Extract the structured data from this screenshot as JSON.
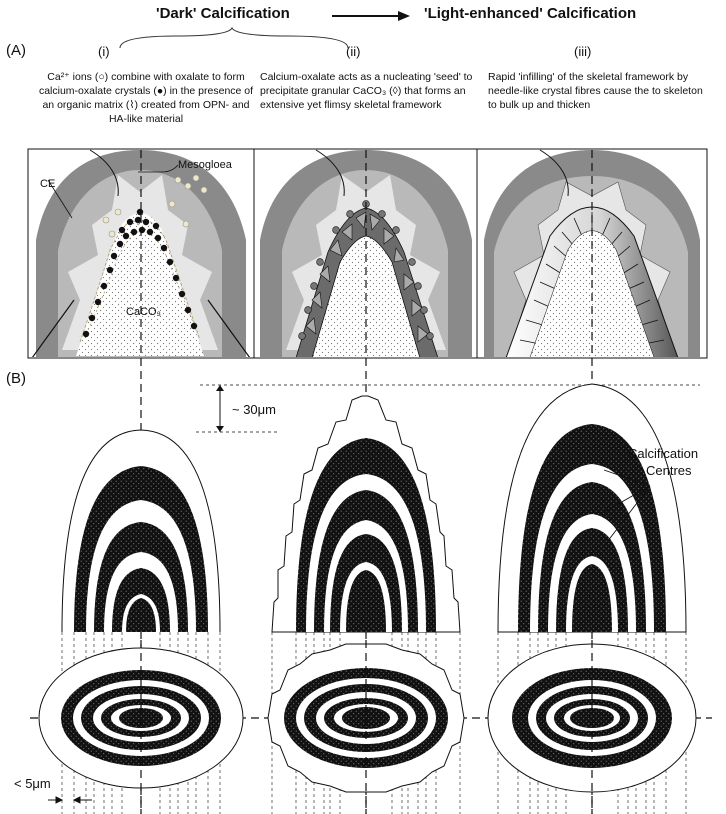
{
  "header": {
    "dark_title": "'Dark' Calcification",
    "light_title": "'Light-enhanced' Calcification"
  },
  "panels": {
    "A": "(A)",
    "B": "(B)"
  },
  "stages": [
    {
      "numeral": "(i)",
      "text": "Ca²⁺ ions (○) combine with oxalate to form calcium-oxalate crystals (●) in the presence of an organic matrix (⌇) created from OPN- and HA-like material"
    },
    {
      "numeral": "(ii)",
      "text": "Calcium-oxalate acts as a nucleating 'seed' to precipitate granular CaCO₃ (◊) that forms an extensive yet flimsy skeletal framework"
    },
    {
      "numeral": "(iii)",
      "text": "Rapid 'infilling' of the skeletal framework by needle-like crystal fibres cause the to skeleton to bulk up and thicken"
    }
  ],
  "labels": {
    "mesogloea": "Mesogloea",
    "ce": "CE",
    "caco3": "CaCO₃",
    "scale_30": "~ 30μm",
    "scale_5": "< 5μm",
    "calc_centres_1": "Calcification",
    "calc_centres_2": "Centres"
  },
  "colors": {
    "tissue_dark": "#8a8a8a",
    "tissue_mid": "#b9b9b9",
    "tissue_light": "#e6e6e6",
    "black": "#111111",
    "matrix": "#b09a6a",
    "ion": "#efe8c8"
  }
}
